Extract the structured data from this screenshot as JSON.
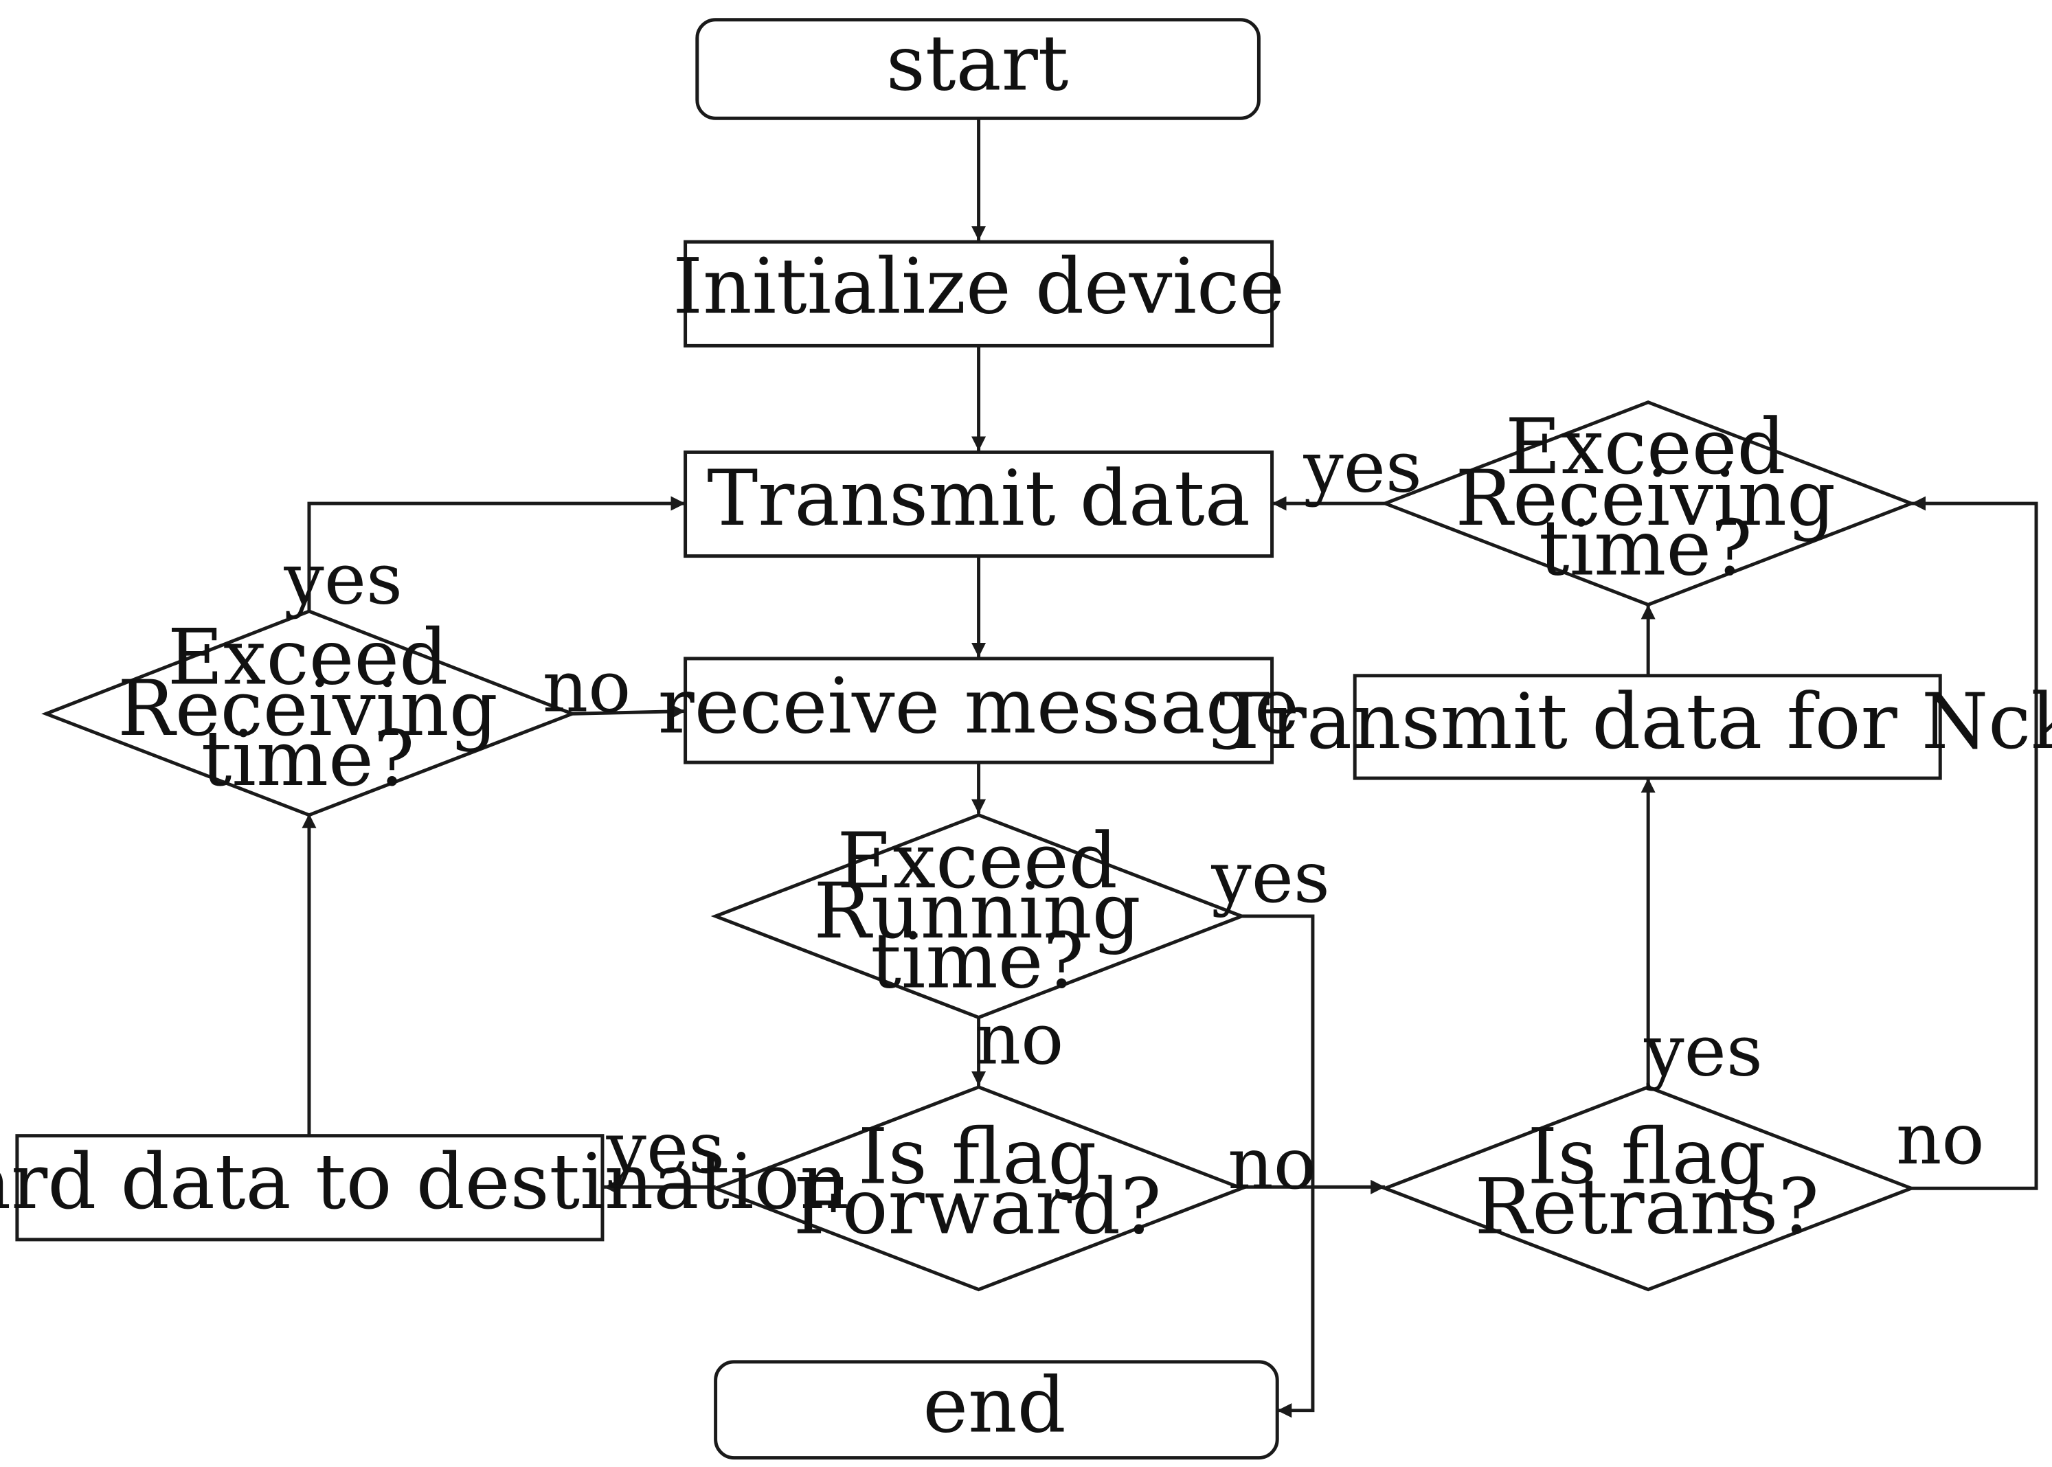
{
  "nodes": {
    "start": "start",
    "init": "Initialize device",
    "transmit": "Transmit data",
    "receive": "receive message",
    "exceed_running": [
      "Exceed",
      "Running",
      "time?"
    ],
    "is_forward": [
      "Is flag",
      "Forward?"
    ],
    "end": "end",
    "forward_data": "Forward data to destination",
    "exceed_receiving_left": [
      "Exceed",
      "Receiving",
      "time?"
    ],
    "is_retrans": [
      "Is flag",
      "Retrans?"
    ],
    "transmit_nck": "Transmit data for Nck",
    "exceed_receiving_right": [
      "Exceed",
      "Receiving",
      "time?"
    ]
  },
  "edge_labels": {
    "left_yes": "yes",
    "left_no": "no",
    "running_yes": "yes",
    "running_no": "no",
    "forward_yes": "yes",
    "forward_no": "no",
    "retrans_yes": "yes",
    "retrans_no": "no",
    "right_yes": "yes"
  }
}
